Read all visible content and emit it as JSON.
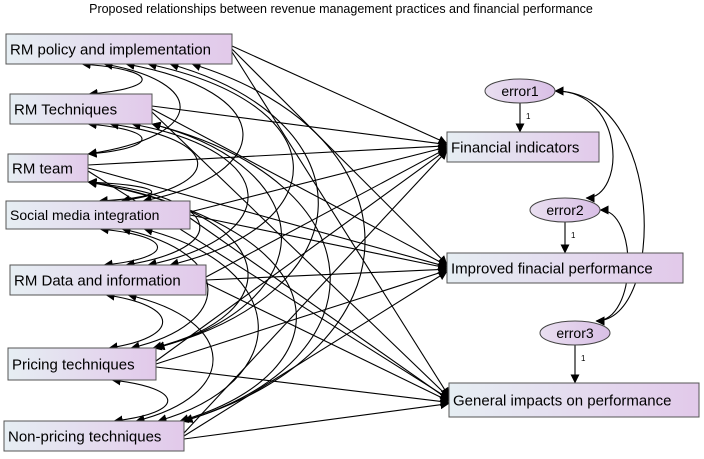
{
  "title": "Proposed relationships between revenue management practices and financial performance",
  "exogenous": [
    {
      "id": "rm_policy",
      "label": "RM policy and implementation"
    },
    {
      "id": "rm_tech",
      "label": "RM Techniques"
    },
    {
      "id": "rm_team",
      "label": "RM team"
    },
    {
      "id": "social",
      "label": "Social media integration"
    },
    {
      "id": "rm_data",
      "label": "RM Data and information"
    },
    {
      "id": "pricing",
      "label": "Pricing techniques"
    },
    {
      "id": "nonpricing",
      "label": "Non-pricing techniques"
    }
  ],
  "endogenous": [
    {
      "id": "fin",
      "label": "Financial indicators"
    },
    {
      "id": "impr",
      "label": "Improved finacial performance"
    },
    {
      "id": "gen",
      "label": "General impacts on performance"
    }
  ],
  "errors": [
    {
      "id": "e1",
      "label": "error1",
      "weight": "1"
    },
    {
      "id": "e2",
      "label": "error2",
      "weight": "1"
    },
    {
      "id": "e3",
      "label": "error3",
      "weight": "1"
    }
  ],
  "icons": {
    "arrowhead": "filled-triangle-arrow"
  },
  "colors": {
    "box_left": "#e4ecf2",
    "box_right": "#e3cde9",
    "stroke": "#000000"
  }
}
